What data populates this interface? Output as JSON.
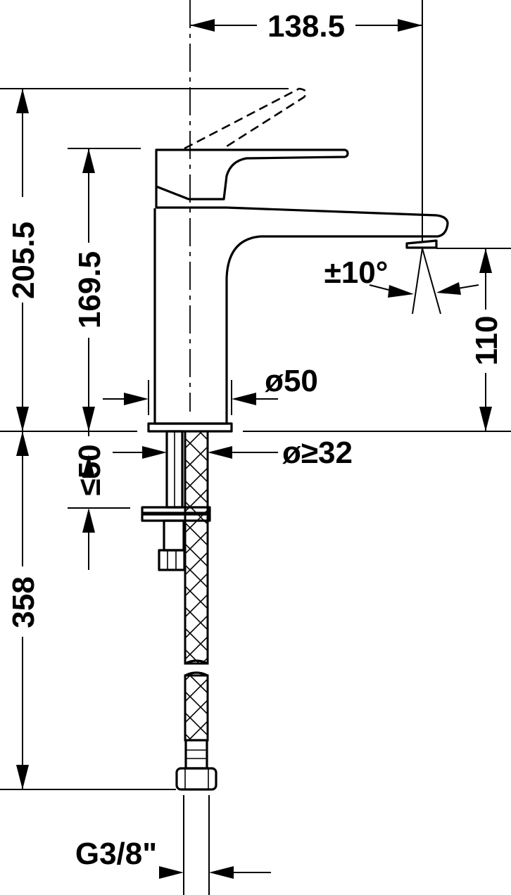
{
  "dimensions": {
    "spout_reach": "138.5",
    "total_height": "205.5",
    "handle_height": "169.5",
    "spout_outlet_height": "110",
    "body_diameter": "ø50",
    "hole_diameter": "ø≥32",
    "max_deck_thickness": "≤50",
    "hose_length": "358",
    "connection_thread": "G3/8\"",
    "aerator_swivel": "±10°"
  }
}
